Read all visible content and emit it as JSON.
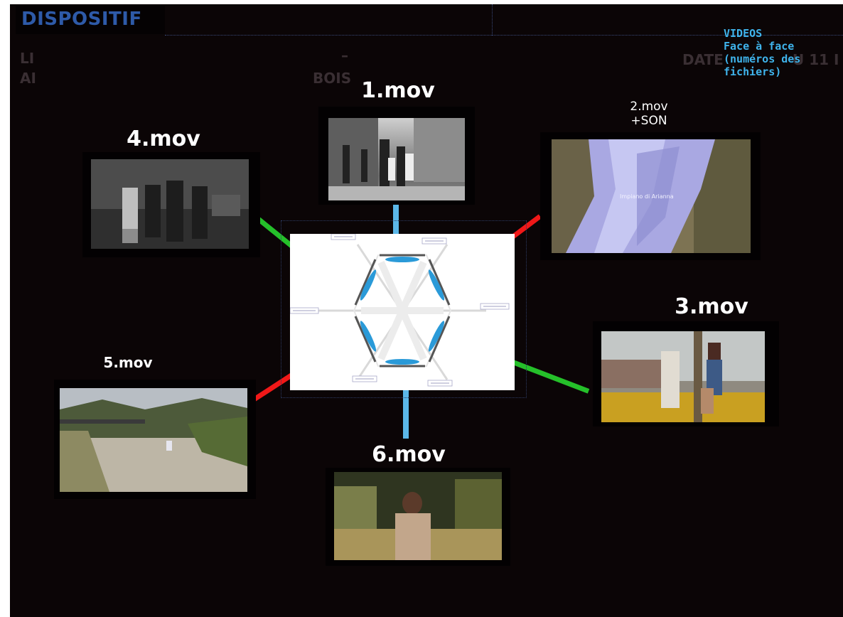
{
  "header": {
    "title": "DISPOSITIF",
    "ghost_left_top": "LI",
    "ghost_left_bottom": "AI",
    "ghost_dash": "–",
    "ghost_mid": "BOIS",
    "ghost_right": "DATE",
    "ghost_right_tail": "U 11 I"
  },
  "videos_note": {
    "line1": "VIDEOS",
    "line2": "Face à face",
    "line3": "(numéros des",
    "line4": "fichiers)"
  },
  "videos": [
    {
      "label": "1.mov"
    },
    {
      "label_line1": "2.mov",
      "label_line2": "+SON",
      "caption": "Impiano di Arianna"
    },
    {
      "label": "3.mov"
    },
    {
      "label": "4.mov"
    },
    {
      "label": "5.mov"
    },
    {
      "label": "6.mov"
    }
  ],
  "colors": {
    "board": "#0b0506",
    "title": "#2e5aa8",
    "note": "#3fb4ec",
    "connector_blue": "#5bb7e8",
    "connector_green": "#25c02a",
    "connector_red": "#f01818",
    "screen_blue": "#2a9ad8"
  }
}
